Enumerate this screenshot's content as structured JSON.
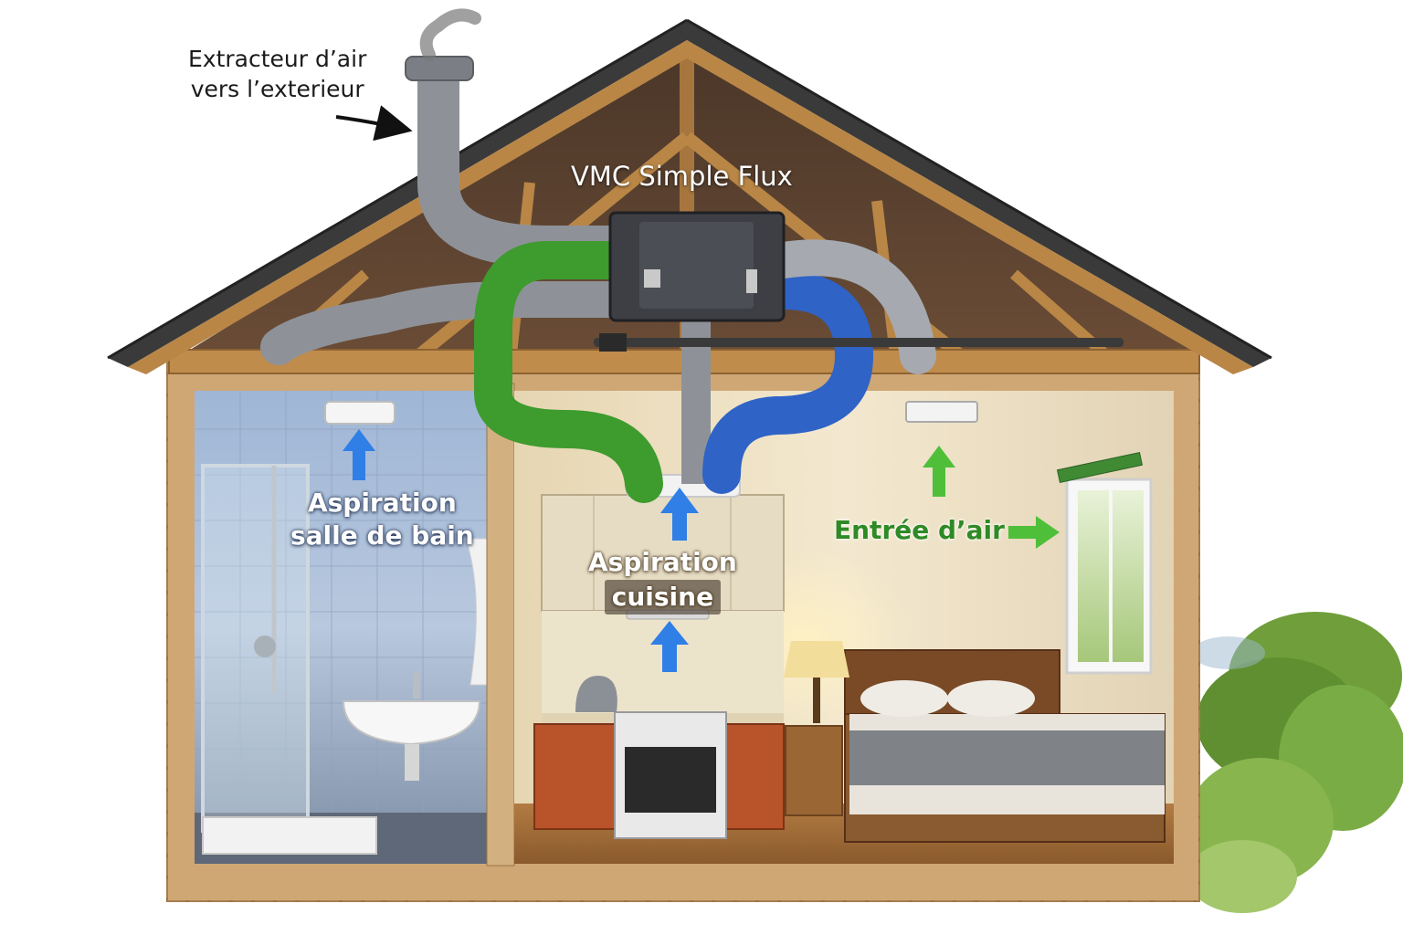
{
  "labels": {
    "extractor_line1": "Extracteur d’air",
    "extractor_line2": "vers l’exterieur",
    "vmc": "VMC Simple Flux",
    "bathroom_line1": "Aspiration",
    "bathroom_line2": "salle de bain",
    "kitchen_line1": "Aspiration",
    "kitchen_line2": "cuisine",
    "air_inlet": "Entrée d’air"
  },
  "colors": {
    "duct_green": "#3e9b2e",
    "duct_blue": "#2f63c6",
    "duct_grey": "#8e9298",
    "airflow_blue_arrow": "#2f7fe6",
    "airflow_green_arrow": "#4fbf3a",
    "wood": "#b98646",
    "brick": "#cfa775",
    "roof": "#3a3a3a"
  }
}
